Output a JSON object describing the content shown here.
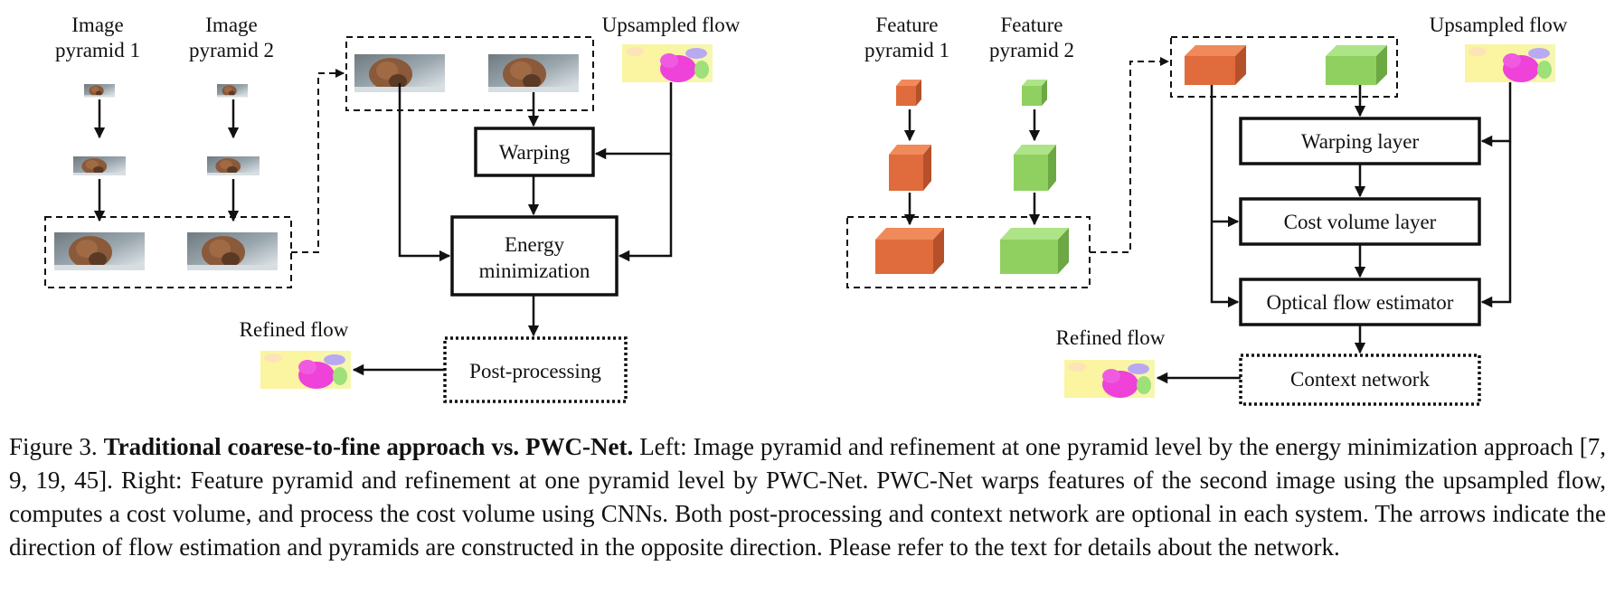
{
  "diagram": {
    "left": {
      "image_pyramid_1": [
        "Image",
        "pyramid 1"
      ],
      "image_pyramid_2": [
        "Image",
        "pyramid 2"
      ],
      "upsampled_flow": "Upsampled flow",
      "warping": "Warping",
      "energy_minimization": [
        "Energy",
        "minimization"
      ],
      "refined_flow": "Refined flow",
      "post_processing": "Post-processing"
    },
    "right": {
      "feature_pyramid_1": [
        "Feature",
        "pyramid 1"
      ],
      "feature_pyramid_2": [
        "Feature",
        "pyramid 2"
      ],
      "upsampled_flow": "Upsampled flow",
      "warping_layer": "Warping layer",
      "cost_volume_layer": "Cost volume layer",
      "optical_flow_estimator": "Optical flow estimator",
      "refined_flow": "Refined flow",
      "context_network": "Context network"
    },
    "colors": {
      "feature1": "#e06b3c",
      "feature2": "#8fd060",
      "flow_yellow": "#fbf4a0",
      "flow_magenta": "#ee42d8"
    }
  },
  "caption": {
    "figure_label": "Figure 3.",
    "bold_title": "Traditional coarese-to-fine approach vs. PWC-Net.",
    "body": "Left: Image pyramid and refinement at one pyramid level by the energy minimization approach [7, 9, 19, 45]. Right: Feature pyramid and refinement at one pyramid level by PWC-Net. PWC-Net warps features of the second image using the upsampled flow, computes a cost volume, and process the cost volume using CNNs. Both post-processing and context network are optional in each system. The arrows indicate the direction of flow estimation and pyramids are constructed in the opposite direction. Please refer to the text for details about the network."
  }
}
